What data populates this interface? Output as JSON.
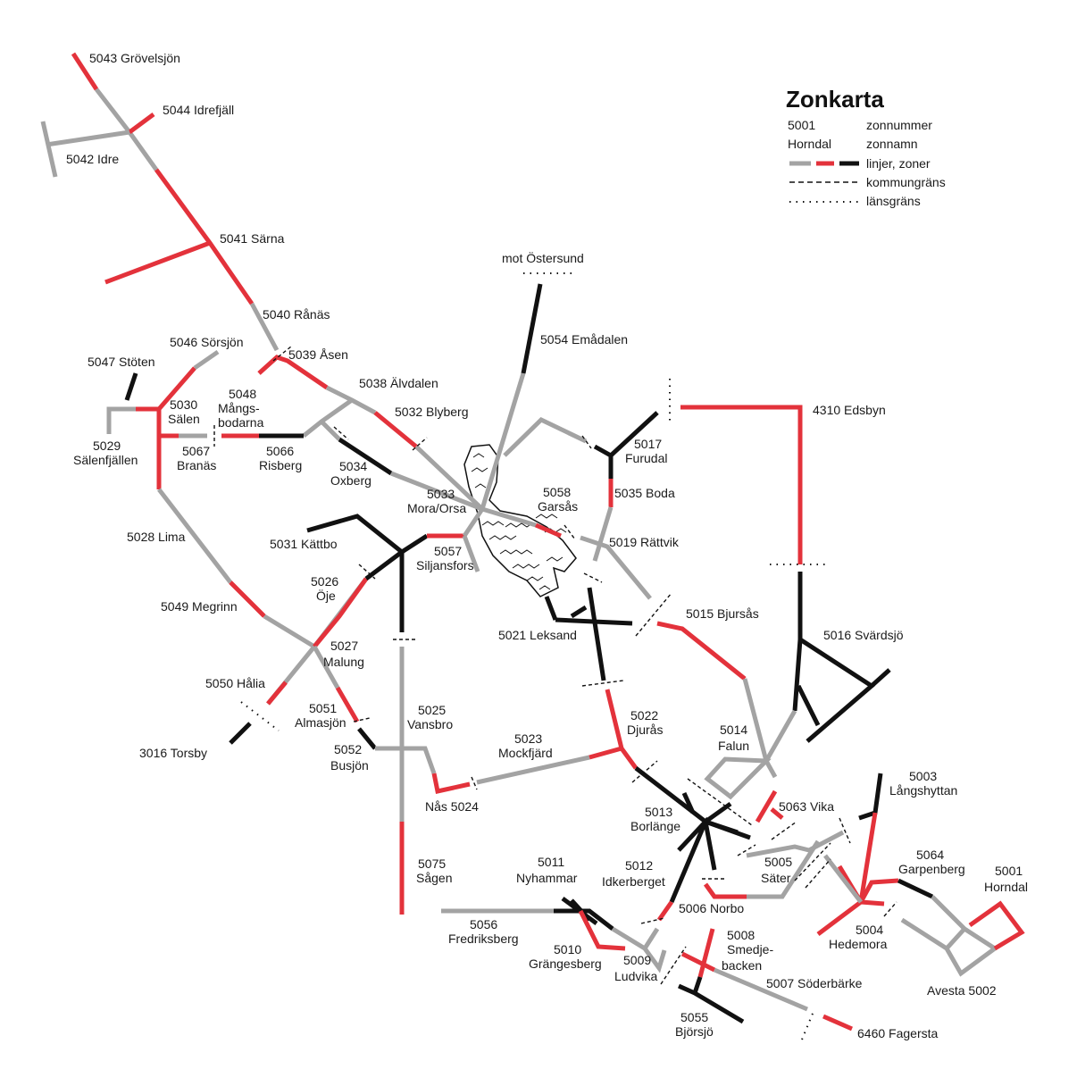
{
  "legend": {
    "title": "Zonkarta",
    "zone_number_example": "5001",
    "zone_number_desc": "zonnummer",
    "zone_name_example": "Horndal",
    "zone_name_desc": "zonnamn",
    "lines_desc": "linjer, zoner",
    "municipality_border_desc": "kommungräns",
    "county_border_desc": "länsgräns"
  },
  "colors": {
    "gray": "#a3a3a3",
    "red": "#e3323b",
    "black": "#111111"
  },
  "zones": [
    {
      "id": "z5043",
      "text": "5043 Grövelsjön"
    },
    {
      "id": "z5044",
      "text": "5044 Idrefjäll"
    },
    {
      "id": "z5042",
      "text": "5042 Idre"
    },
    {
      "id": "z5041",
      "text": "5041 Särna"
    },
    {
      "id": "z5040",
      "text": "5040 Rånäs"
    },
    {
      "id": "z5039",
      "text": "5039 Åsen"
    },
    {
      "id": "z5046",
      "text": "5046 Sörsjön"
    },
    {
      "id": "z5047",
      "text": "5047 Stöten"
    },
    {
      "id": "z5038",
      "text": "5038 Älvdalen"
    },
    {
      "id": "z5048a",
      "text": "5048"
    },
    {
      "id": "z5048b",
      "text": "Mångs-"
    },
    {
      "id": "z5048c",
      "text": "bodarna"
    },
    {
      "id": "z5030a",
      "text": "5030"
    },
    {
      "id": "z5030b",
      "text": "Sälen"
    },
    {
      "id": "z5032",
      "text": "5032 Blyberg"
    },
    {
      "id": "z5029a",
      "text": "5029"
    },
    {
      "id": "z5029b",
      "text": "Sälenfjällen"
    },
    {
      "id": "z5067a",
      "text": "5067"
    },
    {
      "id": "z5067b",
      "text": "Branäs"
    },
    {
      "id": "z5066a",
      "text": "5066"
    },
    {
      "id": "z5066b",
      "text": "Risberg"
    },
    {
      "id": "z5034a",
      "text": "5034"
    },
    {
      "id": "z5034b",
      "text": "Oxberg"
    },
    {
      "id": "mot",
      "text": "mot Östersund"
    },
    {
      "id": "z5054",
      "text": "5054 Emådalen"
    },
    {
      "id": "z4310",
      "text": "4310 Edsbyn"
    },
    {
      "id": "z5017a",
      "text": "5017"
    },
    {
      "id": "z5017b",
      "text": "Furudal"
    },
    {
      "id": "z5035",
      "text": "5035 Boda"
    },
    {
      "id": "z5033a",
      "text": "5033"
    },
    {
      "id": "z5033b",
      "text": "Mora/Orsa"
    },
    {
      "id": "z5058a",
      "text": "5058"
    },
    {
      "id": "z5058b",
      "text": "Garsås"
    },
    {
      "id": "z5028",
      "text": "5028 Lima"
    },
    {
      "id": "z5031",
      "text": "5031 Kättbo"
    },
    {
      "id": "z5057a",
      "text": "5057"
    },
    {
      "id": "z5057b",
      "text": "Siljansfors"
    },
    {
      "id": "z5019",
      "text": "5019 Rättvik"
    },
    {
      "id": "z5026a",
      "text": "5026"
    },
    {
      "id": "z5026b",
      "text": "Öje"
    },
    {
      "id": "z5049",
      "text": "5049 Megrinn"
    },
    {
      "id": "z5015",
      "text": "5015 Bjursås"
    },
    {
      "id": "z5021",
      "text": "5021 Leksand"
    },
    {
      "id": "z5016",
      "text": "5016 Svärdsjö"
    },
    {
      "id": "z5027a",
      "text": "5027"
    },
    {
      "id": "z5027b",
      "text": "Malung"
    },
    {
      "id": "z5050",
      "text": "5050 Hålia"
    },
    {
      "id": "z5025a",
      "text": "5025"
    },
    {
      "id": "z5025b",
      "text": "Vansbro"
    },
    {
      "id": "z5051a",
      "text": "5051"
    },
    {
      "id": "z5051b",
      "text": "Almasjön"
    },
    {
      "id": "z5022a",
      "text": "5022"
    },
    {
      "id": "z5022b",
      "text": "Djurås"
    },
    {
      "id": "z5014a",
      "text": "5014"
    },
    {
      "id": "z5014b",
      "text": "Falun"
    },
    {
      "id": "z5023a",
      "text": "5023"
    },
    {
      "id": "z5023b",
      "text": "Mockfjärd"
    },
    {
      "id": "z3016",
      "text": "3016 Torsby"
    },
    {
      "id": "z5052a",
      "text": "5052"
    },
    {
      "id": "z5052b",
      "text": "Busjön"
    },
    {
      "id": "z5003a",
      "text": "5003"
    },
    {
      "id": "z5003b",
      "text": "Långshyttan"
    },
    {
      "id": "z5024",
      "text": "Nås 5024"
    },
    {
      "id": "z5063",
      "text": "5063 Vika"
    },
    {
      "id": "z5013a",
      "text": "5013"
    },
    {
      "id": "z5013b",
      "text": "Borlänge"
    },
    {
      "id": "z5075a",
      "text": "5075"
    },
    {
      "id": "z5075b",
      "text": "Sågen"
    },
    {
      "id": "z5011a",
      "text": "5011"
    },
    {
      "id": "z5011b",
      "text": "Nyhammar"
    },
    {
      "id": "z5012a",
      "text": "5012"
    },
    {
      "id": "z5012b",
      "text": "Idkerberget"
    },
    {
      "id": "z5005a",
      "text": "5005"
    },
    {
      "id": "z5005b",
      "text": "Säter"
    },
    {
      "id": "z5064a",
      "text": "5064"
    },
    {
      "id": "z5064b",
      "text": "Garpenberg"
    },
    {
      "id": "z5001a",
      "text": "5001"
    },
    {
      "id": "z5001b",
      "text": "Horndal"
    },
    {
      "id": "z5006",
      "text": "5006 Norbo"
    },
    {
      "id": "z5056a",
      "text": "5056"
    },
    {
      "id": "z5056b",
      "text": "Fredriksberg"
    },
    {
      "id": "z5004a",
      "text": "5004"
    },
    {
      "id": "z5004b",
      "text": "Hedemora"
    },
    {
      "id": "z5008a",
      "text": "5008"
    },
    {
      "id": "z5008b",
      "text": "Smedje-"
    },
    {
      "id": "z5008c",
      "text": "backen"
    },
    {
      "id": "z5010a",
      "text": "5010"
    },
    {
      "id": "z5010b",
      "text": "Grängesberg"
    },
    {
      "id": "z5009a",
      "text": "5009"
    },
    {
      "id": "z5009b",
      "text": "Ludvika"
    },
    {
      "id": "z5007",
      "text": "5007 Söderbärke"
    },
    {
      "id": "z5002",
      "text": "Avesta 5002"
    },
    {
      "id": "z5055a",
      "text": "5055"
    },
    {
      "id": "z5055b",
      "text": "Björsjö"
    },
    {
      "id": "z6460",
      "text": "6460 Fagersta"
    }
  ]
}
